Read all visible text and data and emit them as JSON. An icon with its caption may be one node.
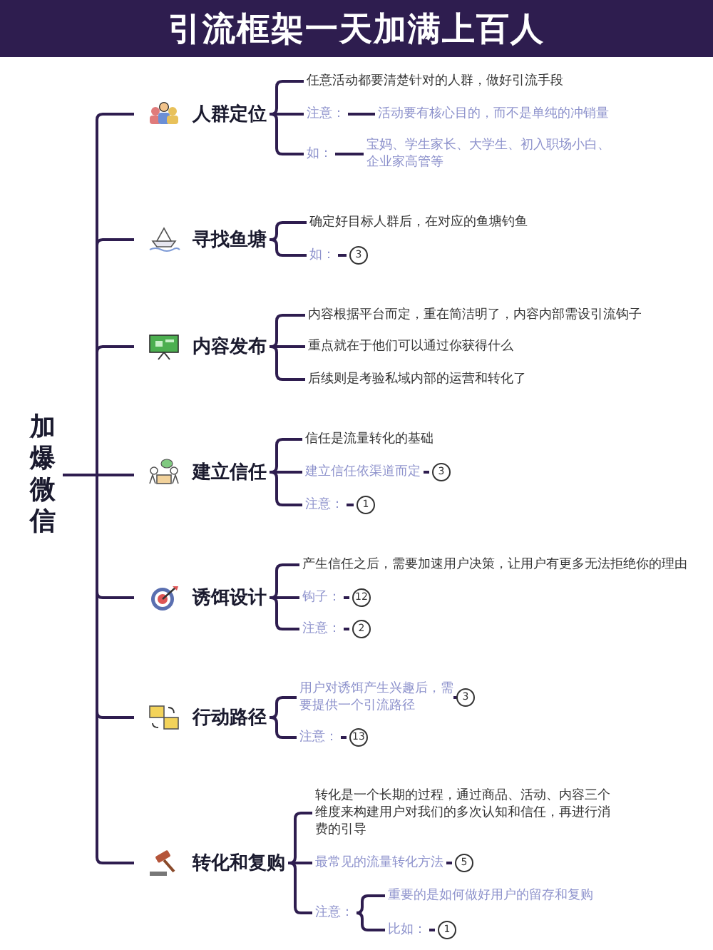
{
  "diagram": {
    "title": "引流框架一天加满上百人",
    "nodes": [
      {
        "text": [
          "加爆微信"
        ]
      },
      {
        "text": [
          "人群定位"
        ]
      },
      {
        "text": [
          "任意活动都要清楚针对的人群，做好引流手段"
        ]
      },
      {
        "text": [
          "注意："
        ]
      },
      {
        "text": [
          "活动要有核心目的，而不是单纯的冲销量"
        ]
      },
      {
        "text": [
          "如："
        ]
      },
      {
        "text": [
          "宝妈、学生家长、大学生、初入职场小白、企业家高管等"
        ]
      },
      {
        "text": [
          "寻找鱼塘"
        ]
      },
      {
        "text": [
          "确定好目标人群后，在对应的鱼塘钓鱼"
        ]
      },
      {
        "text": [
          "如："
        ]
      },
      {
        "text": [
          "3"
        ]
      },
      {
        "text": [
          "内容发布"
        ]
      },
      {
        "text": [
          "内容根据平台而定，重在简洁明了，内容内部需设引流钩子"
        ]
      },
      {
        "text": [
          "重点就在于他们可以通过你获得什么"
        ]
      },
      {
        "text": [
          "后续则是考验私域内部的运营和转化了"
        ]
      },
      {
        "text": [
          "建立信任"
        ]
      },
      {
        "text": [
          "信任是流量转化的基础"
        ]
      },
      {
        "text": [
          "建立信任依渠道而定"
        ]
      },
      {
        "text": [
          "3"
        ]
      },
      {
        "text": [
          "注意："
        ]
      },
      {
        "text": [
          "1"
        ]
      },
      {
        "text": [
          "诱饵设计"
        ]
      },
      {
        "text": [
          "产生信任之后，需要加速用户决策，让用户有更多无法拒绝你的理由"
        ]
      },
      {
        "text": [
          "钩子："
        ]
      },
      {
        "text": [
          "12"
        ]
      },
      {
        "text": [
          "注意："
        ]
      },
      {
        "text": [
          "2"
        ]
      },
      {
        "text": [
          "行动路径"
        ]
      },
      {
        "text": [
          "用户对诱饵产生兴趣后，需要提供一个引流路径"
        ]
      },
      {
        "text": [
          "3"
        ]
      },
      {
        "text": [
          "注意："
        ]
      },
      {
        "text": [
          "13"
        ]
      },
      {
        "text": [
          "转化和复购"
        ]
      },
      {
        "text": [
          "转化是一个长期的过程，通过商品、活动、内容三个维度来构建用户对我们的多次认知和信任，再进行消费的引导"
        ]
      },
      {
        "text": [
          "最常见的流量转化方法"
        ]
      },
      {
        "text": [
          "5"
        ]
      },
      {
        "text": [
          "注意："
        ]
      },
      {
        "text": [
          "重要的是如何做好用户的留存和复购"
        ]
      },
      {
        "text": [
          "比如："
        ]
      },
      {
        "text": [
          "1"
        ]
      }
    ],
    "edges": [
      {
        "from": 0,
        "to": 1,
        "arrow": "none"
      },
      {
        "from": 0,
        "to": 7,
        "arrow": "none"
      },
      {
        "from": 0,
        "to": 11,
        "arrow": "none"
      },
      {
        "from": 0,
        "to": 15,
        "arrow": "none"
      },
      {
        "from": 0,
        "to": 21,
        "arrow": "none"
      },
      {
        "from": 0,
        "to": 27,
        "arrow": "none"
      },
      {
        "from": 0,
        "to": 32,
        "arrow": "none"
      },
      {
        "from": 1,
        "to": 2,
        "arrow": "none"
      },
      {
        "from": 1,
        "to": 3,
        "arrow": "none"
      },
      {
        "from": 1,
        "to": 5,
        "arrow": "none"
      },
      {
        "from": 3,
        "to": 4,
        "arrow": "none"
      },
      {
        "from": 5,
        "to": 6,
        "arrow": "none"
      },
      {
        "from": 7,
        "to": 8,
        "arrow": "none"
      },
      {
        "from": 7,
        "to": 9,
        "arrow": "none"
      },
      {
        "from": 9,
        "to": 10,
        "arrow": "none"
      },
      {
        "from": 11,
        "to": 12,
        "arrow": "none"
      },
      {
        "from": 11,
        "to": 13,
        "arrow": "none"
      },
      {
        "from": 11,
        "to": 14,
        "arrow": "none"
      },
      {
        "from": 15,
        "to": 16,
        "arrow": "none"
      },
      {
        "from": 15,
        "to": 17,
        "arrow": "none"
      },
      {
        "from": 15,
        "to": 19,
        "arrow": "none"
      },
      {
        "from": 17,
        "to": 18,
        "arrow": "none"
      },
      {
        "from": 19,
        "to": 20,
        "arrow": "none"
      },
      {
        "from": 21,
        "to": 22,
        "arrow": "none"
      },
      {
        "from": 21,
        "to": 23,
        "arrow": "none"
      },
      {
        "from": 21,
        "to": 25,
        "arrow": "none"
      },
      {
        "from": 23,
        "to": 24,
        "arrow": "none"
      },
      {
        "from": 25,
        "to": 26,
        "arrow": "none"
      },
      {
        "from": 27,
        "to": 28,
        "arrow": "none"
      },
      {
        "from": 27,
        "to": 30,
        "arrow": "none"
      },
      {
        "from": 28,
        "to": 29,
        "arrow": "none"
      },
      {
        "from": 30,
        "to": 31,
        "arrow": "none"
      },
      {
        "from": 32,
        "to": 33,
        "arrow": "none"
      },
      {
        "from": 32,
        "to": 34,
        "arrow": "none"
      },
      {
        "from": 32,
        "to": 36,
        "arrow": "none"
      },
      {
        "from": 34,
        "to": 35,
        "arrow": "none"
      },
      {
        "from": 36,
        "to": 37,
        "arrow": "none"
      },
      {
        "from": 36,
        "to": 38,
        "arrow": "none"
      },
      {
        "from": 38,
        "to": 39,
        "arrow": "none"
      }
    ]
  }
}
